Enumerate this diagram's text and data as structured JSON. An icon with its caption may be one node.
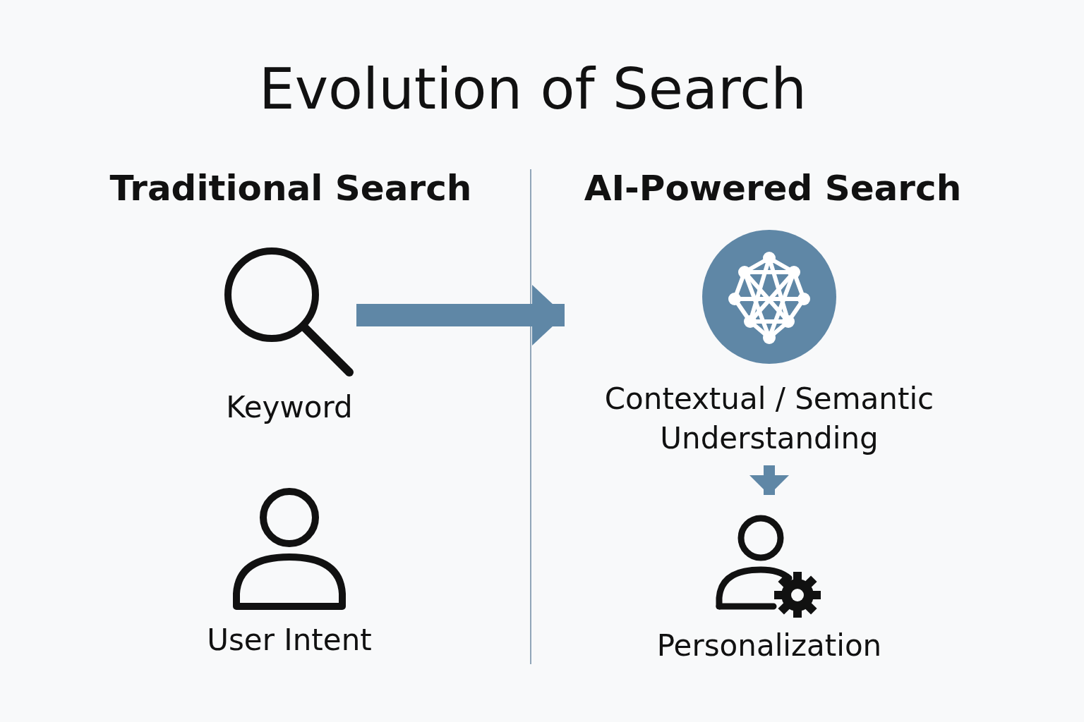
{
  "diagram": {
    "title": "Evolution of Search",
    "nodes": [
      {
        "text": [
          "Keyword"
        ]
      },
      {
        "text": [
          "User Intent"
        ]
      },
      {
        "text": [
          "Contextual / Semantic Understanding"
        ]
      },
      {
        "text": [
          "Personalization"
        ]
      }
    ],
    "edges": [
      {
        "from": 0,
        "to": 2,
        "arrow": "to",
        "style": "thick"
      },
      {
        "from": 2,
        "to": 3,
        "arrow": "to"
      }
    ],
    "labels": [
      "Traditional Search",
      "AI-Powered Search"
    ]
  }
}
